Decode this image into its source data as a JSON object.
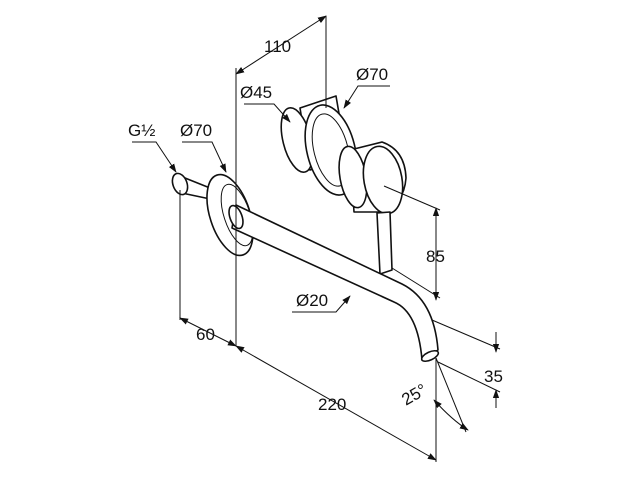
{
  "labels": {
    "d110": "110",
    "d45": "Ø45",
    "d70_handle": "Ø70",
    "g12": "G½",
    "d70_spout": "Ø70",
    "d85": "85",
    "d20": "Ø20",
    "d60": "60",
    "d35": "35",
    "d220": "220",
    "a25": "25°"
  }
}
